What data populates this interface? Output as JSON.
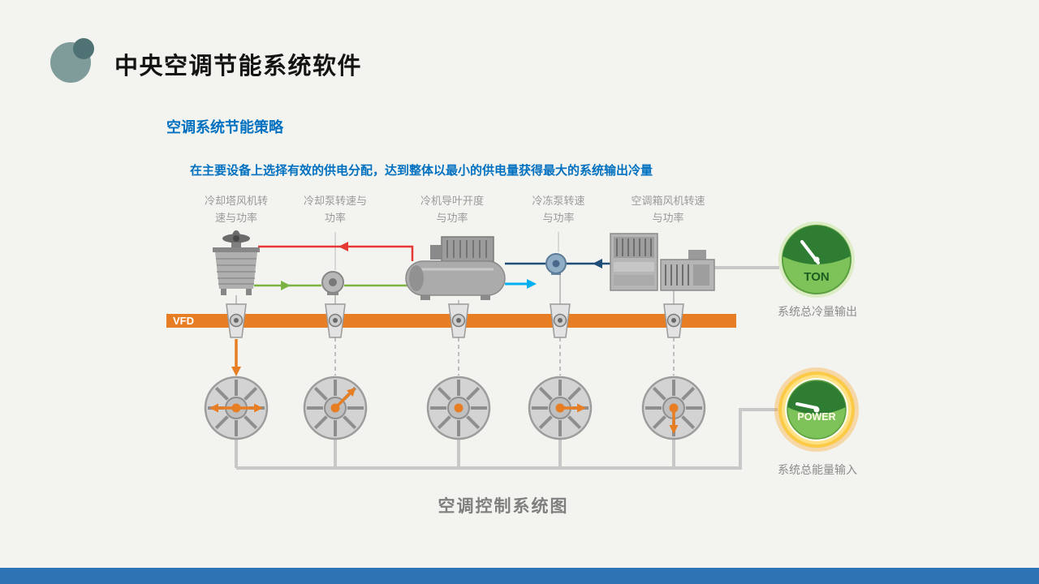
{
  "slide": {
    "title": "中央空调节能系统软件",
    "section_heading": "空调系统节能策略",
    "description": "在主要设备上选择有效的供电分配，达到整体以最小的供电量获得最大的系统输出冷量",
    "caption": "空调控制系统图"
  },
  "diagram": {
    "vfd_label": "VFD",
    "equipment_labels": [
      {
        "line1": "冷却塔风机转",
        "line2": "速与功率"
      },
      {
        "line1": "冷却泵转速与",
        "line2": "功率"
      },
      {
        "line1": "冷机导叶开度",
        "line2": "与功率"
      },
      {
        "line1": "冷冻泵转速",
        "line2": "与功率"
      },
      {
        "line1": "空调箱风机转速",
        "line2": "与功率"
      }
    ],
    "outputs": {
      "ton": {
        "label": "TON",
        "caption": "系统总冷量输出"
      },
      "power": {
        "label": "POWER",
        "caption": "系统总能量输入"
      }
    }
  },
  "colors": {
    "accent_blue": "#0070C0",
    "vfd_orange": "#E87E23",
    "line_red": "#E53935",
    "line_green": "#7CB342",
    "line_navy": "#1F4E79",
    "line_cyan": "#00B0F0",
    "gauge_green_dark": "#2F7D33",
    "gauge_green_light": "#7DC35A",
    "power_glow_yellow": "#FFC107",
    "footer_blue": "#2E74B5",
    "background": "#F3F3EF"
  }
}
